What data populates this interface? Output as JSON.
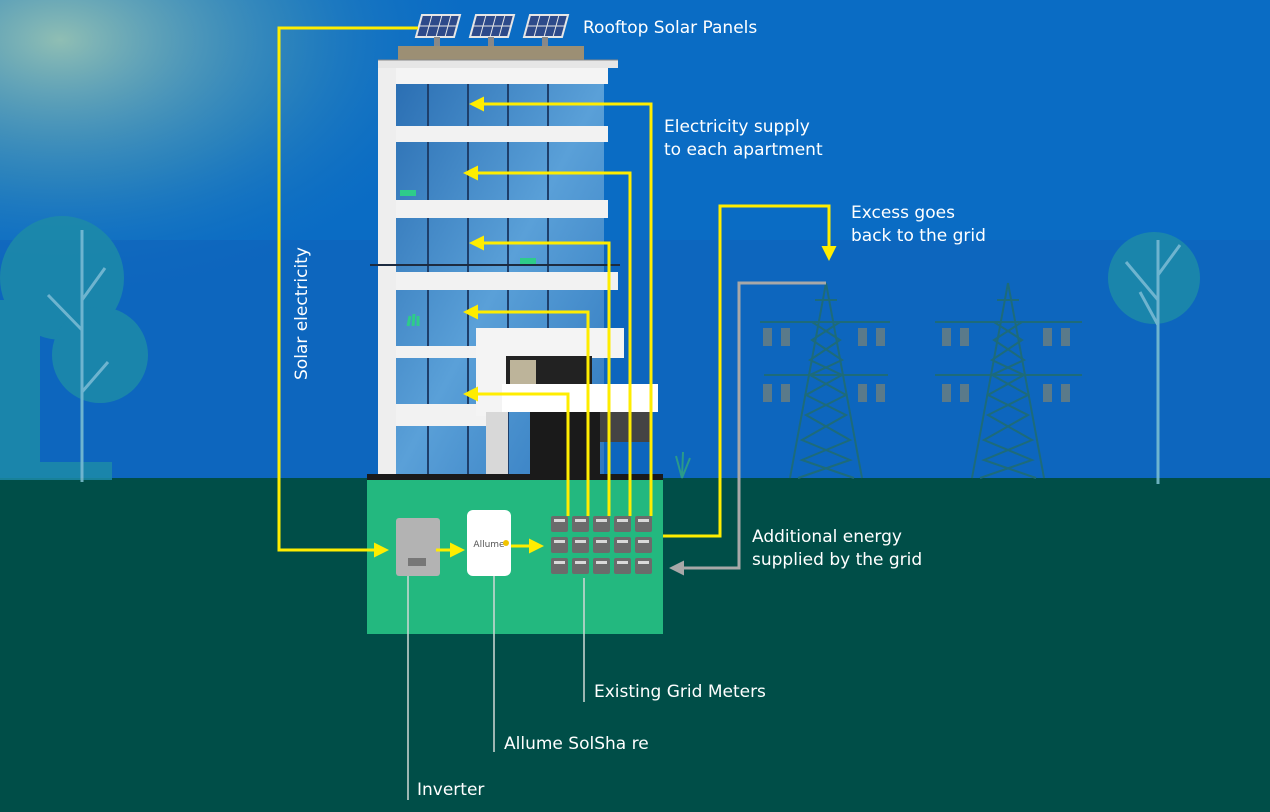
{
  "labels": {
    "rooftop_panels": "Rooftop Solar Panels",
    "supply_line1": "Electricity supply",
    "supply_line2": "to each apartment",
    "excess_line1": "Excess goes",
    "excess_line2": "back to the grid",
    "solar_electricity": "Solar electricity",
    "additional_line1": "Additional energy",
    "additional_line2": "supplied by the grid",
    "existing_meters": "Existing Grid Meters",
    "solshare": "Allume SolSha re",
    "inverter": "Inverter",
    "allume_logo": "Allume"
  },
  "colors": {
    "sky": "#0a6cc4",
    "ground": "#004e48",
    "utility_room": "#23b87f",
    "energy_flow": "#ffed00",
    "grid_flow": "#a8a8a8",
    "meter": "#6b6b6b"
  }
}
